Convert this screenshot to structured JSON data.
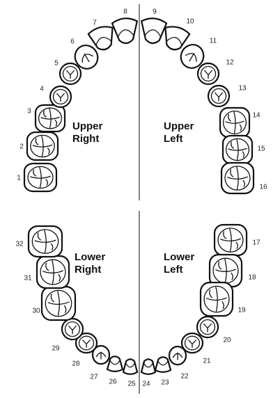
{
  "quadrants": {
    "upper_right": {
      "line1": "Upper",
      "line2": "Right"
    },
    "upper_left": {
      "line1": "Upper",
      "line2": "Left"
    },
    "lower_right": {
      "line1": "Lower",
      "line2": "Right"
    },
    "lower_left": {
      "line1": "Lower",
      "line2": "Left"
    }
  },
  "teeth": [
    {
      "number": "1",
      "type": "molar"
    },
    {
      "number": "2",
      "type": "molar"
    },
    {
      "number": "3",
      "type": "molar"
    },
    {
      "number": "4",
      "type": "premolar"
    },
    {
      "number": "5",
      "type": "premolar"
    },
    {
      "number": "6",
      "type": "canine"
    },
    {
      "number": "7",
      "type": "incisor"
    },
    {
      "number": "8",
      "type": "incisor"
    },
    {
      "number": "9",
      "type": "incisor"
    },
    {
      "number": "10",
      "type": "incisor"
    },
    {
      "number": "11",
      "type": "canine"
    },
    {
      "number": "12",
      "type": "premolar"
    },
    {
      "number": "13",
      "type": "premolar"
    },
    {
      "number": "14",
      "type": "molar"
    },
    {
      "number": "15",
      "type": "molar"
    },
    {
      "number": "16",
      "type": "molar"
    },
    {
      "number": "17",
      "type": "molar"
    },
    {
      "number": "18",
      "type": "molar"
    },
    {
      "number": "19",
      "type": "molar"
    },
    {
      "number": "20",
      "type": "premolar"
    },
    {
      "number": "21",
      "type": "premolar"
    },
    {
      "number": "22",
      "type": "canine"
    },
    {
      "number": "23",
      "type": "incisor"
    },
    {
      "number": "24",
      "type": "incisor"
    },
    {
      "number": "25",
      "type": "incisor"
    },
    {
      "number": "26",
      "type": "incisor"
    },
    {
      "number": "27",
      "type": "canine"
    },
    {
      "number": "28",
      "type": "premolar"
    },
    {
      "number": "29",
      "type": "premolar"
    },
    {
      "number": "30",
      "type": "molar"
    },
    {
      "number": "31",
      "type": "molar"
    },
    {
      "number": "32",
      "type": "molar"
    }
  ],
  "colors": {
    "line": "#111111",
    "fill": "#ffffff",
    "divider": "#444444"
  }
}
